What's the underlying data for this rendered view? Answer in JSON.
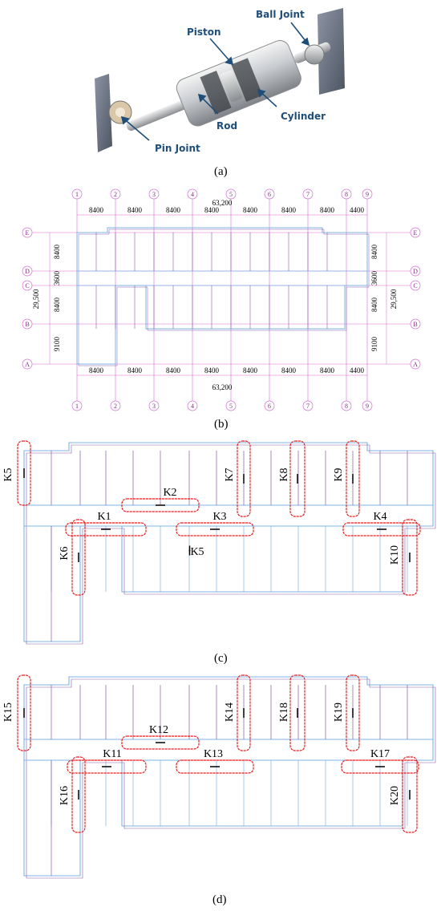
{
  "panel_a": {
    "caption": "(a)",
    "labels": {
      "piston": "Piston",
      "ball_joint": "Ball Joint",
      "rod": "Rod",
      "cylinder": "Cylinder",
      "pin_joint": "Pin Joint"
    }
  },
  "panel_b": {
    "caption": "(b)",
    "grid_cols": [
      "1",
      "2",
      "3",
      "4",
      "5",
      "6",
      "7",
      "8",
      "9"
    ],
    "grid_rows": [
      "E",
      "D",
      "C",
      "B",
      "A"
    ],
    "col_spacings": [
      "8400",
      "8400",
      "8400",
      "8400",
      "8400",
      "8400",
      "8400",
      "4400"
    ],
    "total_width": "63,200",
    "row_spacings": [
      "8400",
      "3600",
      "8400",
      "9100"
    ],
    "total_height": "29,500"
  },
  "panel_c": {
    "caption": "(c)",
    "dampers": [
      "K5",
      "K2",
      "K7",
      "K8",
      "K9",
      "K1",
      "K3",
      "K4",
      "K6",
      "K5",
      "K10"
    ]
  },
  "panel_d": {
    "caption": "(d)",
    "dampers": [
      "K15",
      "K12",
      "K14",
      "K18",
      "K19",
      "K11",
      "K13",
      "K17",
      "K16",
      "K20"
    ]
  },
  "colors": {
    "label": "#1f4e79",
    "grid": "#d36bd3",
    "damper_outline": "#e02020",
    "beam_blue": "#7fb3e6",
    "beam_purple": "#8a5aa8"
  }
}
